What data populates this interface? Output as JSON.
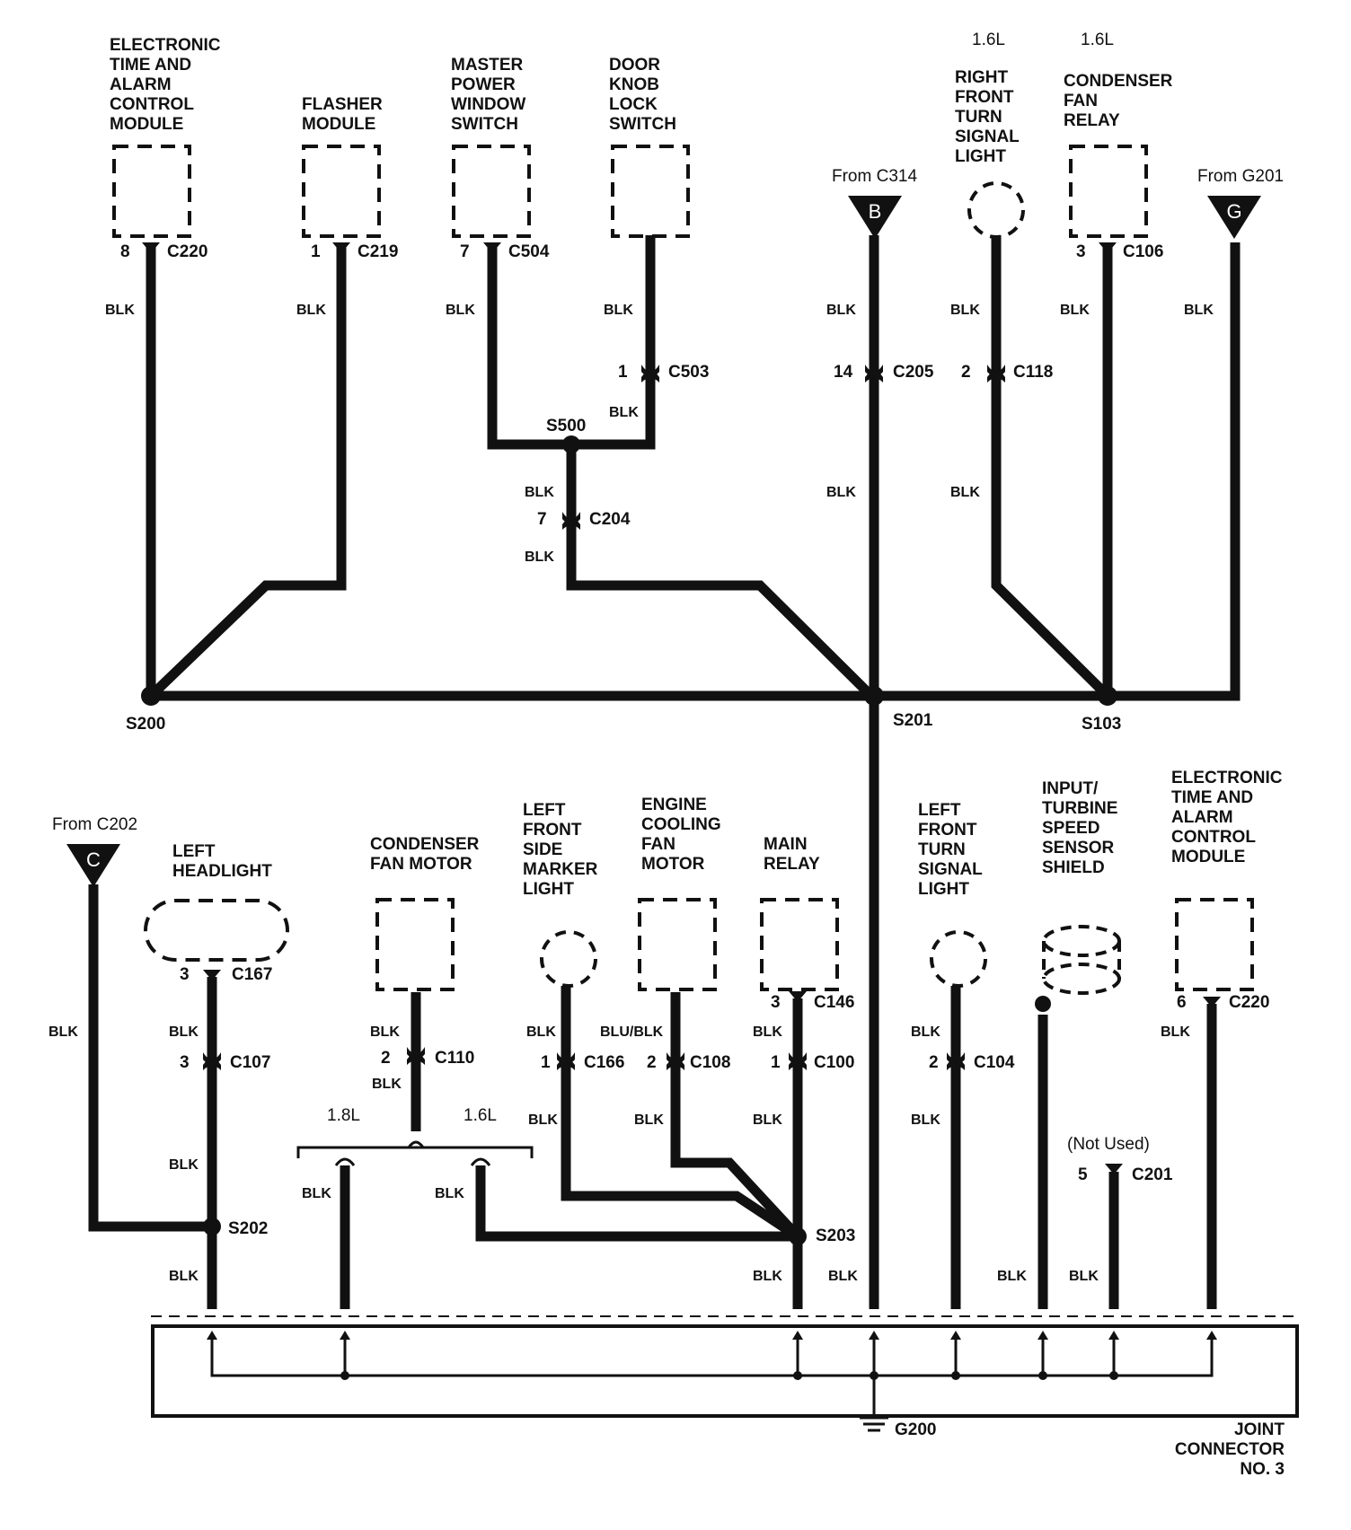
{
  "components": {
    "etacm_top": [
      "ELECTRONIC",
      "TIME AND",
      "ALARM",
      "CONTROL",
      "MODULE"
    ],
    "flasher": [
      "FLASHER",
      "MODULE"
    ],
    "master_window": [
      "MASTER",
      "POWER",
      "WINDOW",
      "SWITCH"
    ],
    "door_knob": [
      "DOOR",
      "KNOB",
      "LOCK",
      "SWITCH"
    ],
    "rf_turn": [
      "RIGHT",
      "FRONT",
      "TURN",
      "SIGNAL",
      "LIGHT"
    ],
    "rf_turn_engine": "1.6L",
    "cond_fan_relay": [
      "CONDENSER",
      "FAN",
      "RELAY"
    ],
    "cond_fan_relay_engine": "1.6L",
    "left_headlight": [
      "LEFT",
      "HEADLIGHT"
    ],
    "cond_fan_motor": [
      "CONDENSER",
      "FAN MOTOR"
    ],
    "lf_side_marker": [
      "LEFT",
      "FRONT",
      "SIDE",
      "MARKER",
      "LIGHT"
    ],
    "engine_cooling_fan": [
      "ENGINE",
      "COOLING",
      "FAN",
      "MOTOR"
    ],
    "main_relay": [
      "MAIN",
      "RELAY"
    ],
    "lf_turn": [
      "LEFT",
      "FRONT",
      "TURN",
      "SIGNAL",
      "LIGHT"
    ],
    "turbine_sensor": [
      "INPUT/",
      "TURBINE",
      "SPEED",
      "SENSOR",
      "SHIELD"
    ],
    "etacm_bottom": [
      "ELECTRONIC",
      "TIME AND",
      "ALARM",
      "CONTROL",
      "MODULE"
    ],
    "joint_connector": [
      "JOINT",
      "CONNECTOR",
      "NO. 3"
    ]
  },
  "from_refs": {
    "b": {
      "letter": "B",
      "text": "From C314"
    },
    "g": {
      "letter": "G",
      "text": "From G201"
    },
    "c": {
      "letter": "C",
      "text": "From C202"
    }
  },
  "connectors": {
    "c220_top": {
      "pin": "8",
      "name": "C220"
    },
    "c219": {
      "pin": "1",
      "name": "C219"
    },
    "c504": {
      "pin": "7",
      "name": "C504"
    },
    "c503": {
      "pin": "1",
      "name": "C503"
    },
    "c204": {
      "pin": "7",
      "name": "C204"
    },
    "c205": {
      "pin": "14",
      "name": "C205"
    },
    "c118": {
      "pin": "2",
      "name": "C118"
    },
    "c106": {
      "pin": "3",
      "name": "C106"
    },
    "c167": {
      "pin": "3",
      "name": "C167"
    },
    "c107": {
      "pin": "3",
      "name": "C107"
    },
    "c110": {
      "pin": "2",
      "name": "C110"
    },
    "c166": {
      "pin": "1",
      "name": "C166"
    },
    "c108": {
      "pin": "2",
      "name": "C108"
    },
    "c146": {
      "pin": "3",
      "name": "C146"
    },
    "c100": {
      "pin": "1",
      "name": "C100"
    },
    "c104": {
      "pin": "2",
      "name": "C104"
    },
    "c220_bottom": {
      "pin": "6",
      "name": "C220"
    },
    "c201": {
      "pin": "5",
      "name": "C201",
      "note": "(Not Used)"
    }
  },
  "splices": {
    "s500": "S500",
    "s200": "S200",
    "s201": "S201",
    "s103": "S103",
    "s202": "S202",
    "s203": "S203"
  },
  "ground": "G200",
  "engine_variants": {
    "left": "1.8L",
    "right": "1.6L"
  },
  "wire_colors": {
    "blk": "BLK",
    "blu_blk": "BLU/BLK"
  }
}
